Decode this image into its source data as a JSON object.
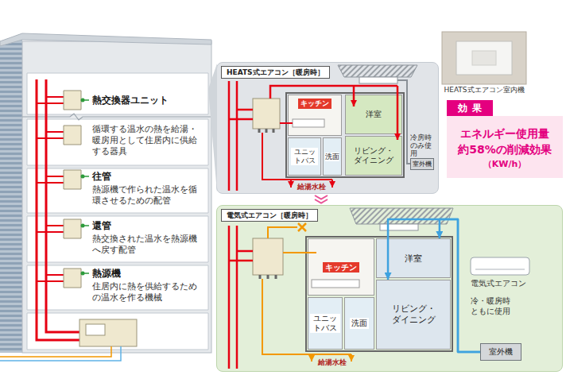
{
  "diagram": {
    "nodes": [
      {
        "text": [
          "熱交換器ユニット",
          "循環する温水の熱を給湯・暖房用として住居内に供給する器具"
        ]
      },
      {
        "text": [
          "往管",
          "熱源機で作られた温水を循環させるための配管"
        ]
      },
      {
        "text": [
          "還管",
          "熱交換された温水を熱源機へ戻す配管"
        ]
      },
      {
        "text": [
          "熱源機",
          "住居内に熱を供給するための温水を作る機械"
        ]
      },
      {
        "text": [
          "HEATS式エアコン［暖房時］"
        ]
      },
      {
        "text": [
          "キッチン"
        ],
        "in": 4
      },
      {
        "text": [
          "洋室"
        ],
        "in": 4
      },
      {
        "text": [
          "リビング・ダイニング"
        ],
        "in": 4
      },
      {
        "text": [
          "ユニットバス"
        ],
        "in": 4
      },
      {
        "text": [
          "洗面"
        ],
        "in": 4
      },
      {
        "text": [
          "室外機"
        ],
        "in": 4
      },
      {
        "text": [
          "効果",
          "エネルギー使用量 約58%の削減効果",
          "（KW/h）"
        ]
      },
      {
        "text": [
          "電気式エアコン［暖房時］"
        ]
      },
      {
        "text": [
          "キッチン"
        ],
        "in": 12
      },
      {
        "text": [
          "洋室"
        ],
        "in": 12
      },
      {
        "text": [
          "リビング・ダイニング"
        ],
        "in": 12
      },
      {
        "text": [
          "ユニットバス"
        ],
        "in": 12
      },
      {
        "text": [
          "洗面"
        ],
        "in": 12
      },
      {
        "text": [
          "室外機"
        ],
        "in": 12
      }
    ],
    "edges": [
      {
        "from": 18,
        "to": 14,
        "arrow": "to"
      },
      {
        "from": 18,
        "to": 15,
        "arrow": "to"
      }
    ],
    "labels": [
      "給湯水栓",
      "冷房時のみ使用",
      "HEATS式エアコン室内機",
      "電気式エアコン",
      "冷・暖房時ともに使用",
      "給湯水栓"
    ]
  }
}
